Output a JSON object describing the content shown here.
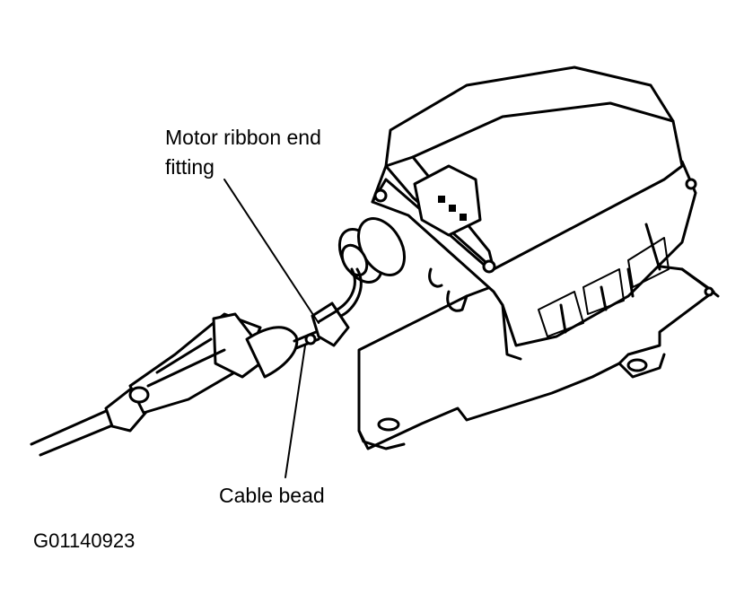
{
  "labels": {
    "motor_ribbon_line1": "Motor ribbon end",
    "motor_ribbon_line2": "fitting",
    "cable_bead": "Cable bead",
    "figure_code": "G01140923"
  },
  "colors": {
    "ink": "#000000",
    "background": "#ffffff"
  }
}
